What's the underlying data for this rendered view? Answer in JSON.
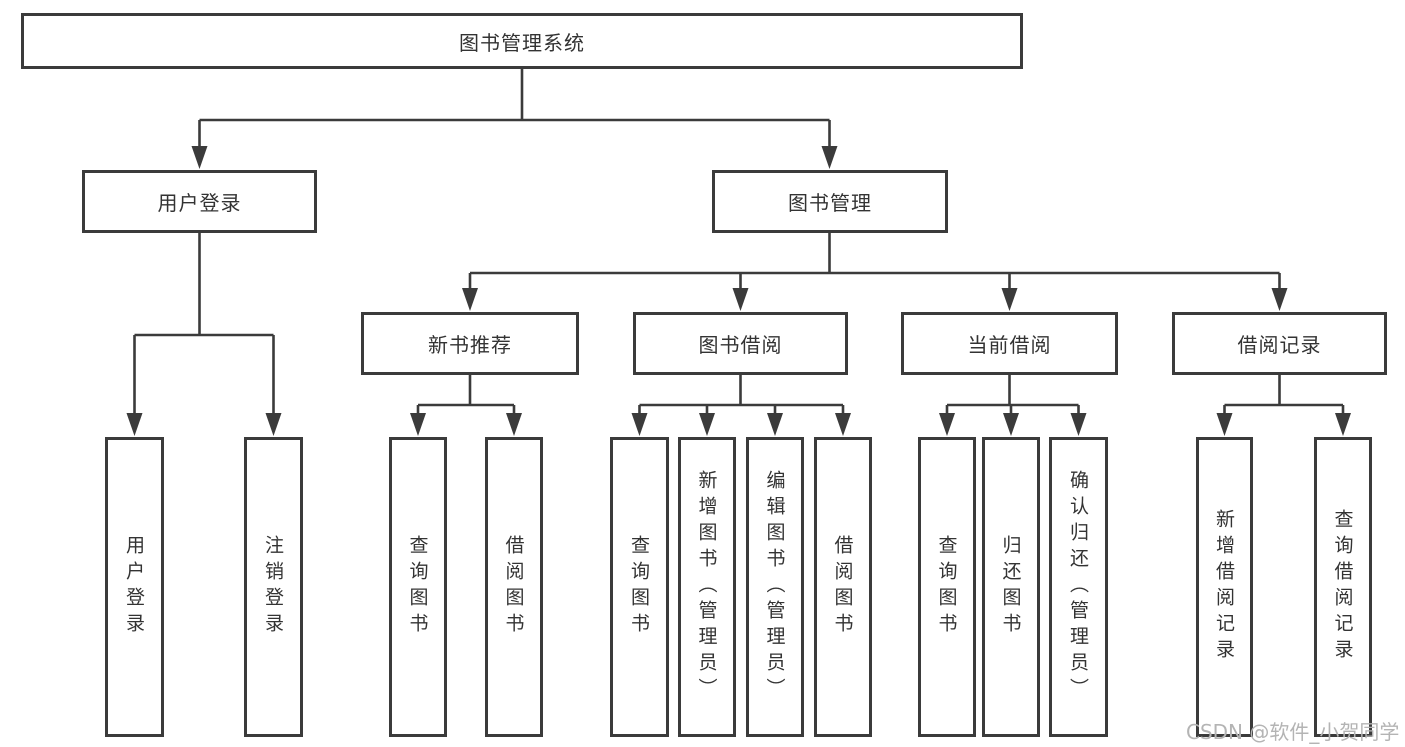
{
  "nodes": {
    "root": "图书管理系统",
    "user_login": "用户登录",
    "book_mgmt": "图书管理",
    "new_book_rec": "新书推荐",
    "book_borrow": "图书借阅",
    "current_borrow": "当前借阅",
    "borrow_record": "借阅记录",
    "leaf_user_login": "用户登录",
    "leaf_logout": "注销登录",
    "leaf_nbr_query_book": "查询图书",
    "leaf_nbr_borrow_book": "借阅图书",
    "leaf_bb_query_book": "查询图书",
    "leaf_bb_add_book": "新增图书（管理员）",
    "leaf_bb_edit_book": "编辑图书（管理员）",
    "leaf_bb_borrow_book": "借阅图书",
    "leaf_cb_query_book": "查询图书",
    "leaf_cb_return_book": "归还图书",
    "leaf_cb_confirm_return": "确认归还（管理员）",
    "leaf_br_add_record": "新增借阅记录",
    "leaf_br_query_record": "查询借阅记录"
  },
  "watermark": "CSDN @软件_小贺同学",
  "colors": {
    "line": "#3b3b3b",
    "text": "#333333",
    "watermark": "#b4b4b4",
    "background": "#ffffff"
  }
}
